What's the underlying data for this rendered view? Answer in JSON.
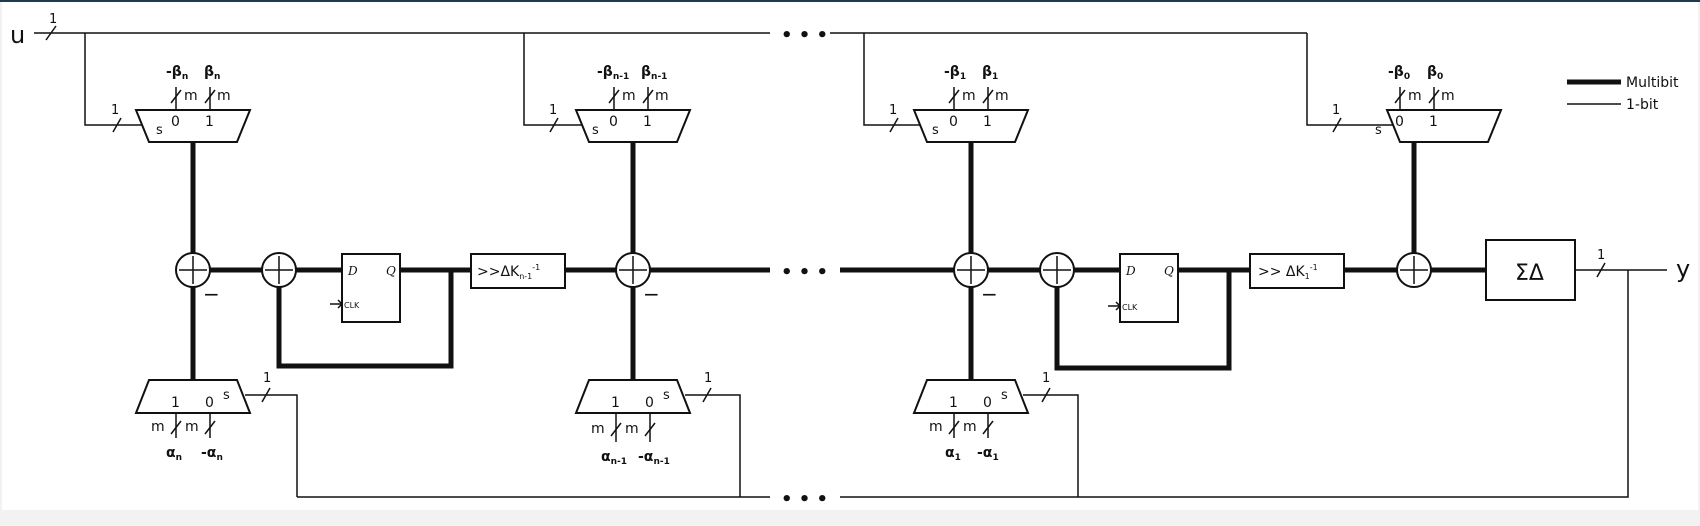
{
  "labels": {
    "input": "u",
    "output": "y",
    "one": "1",
    "m": "m",
    "s": "s",
    "zero_in": "0",
    "one_in": "1",
    "minus": "−",
    "dff_d": "D",
    "dff_q": "Q",
    "dff_clk": "CLK",
    "sigma_delta": "ΣΔ",
    "ellipsis": "• • •"
  },
  "legend": {
    "multibit": "Multibit",
    "onebit": "1-bit"
  },
  "stages": [
    {
      "id": "n",
      "beta_neg": "-β",
      "beta_pos": "β",
      "beta_sub": "n",
      "alpha_pos": "α",
      "alpha_neg": "-α",
      "alpha_sub": "n",
      "shift_label": ">>ΔK",
      "shift_sub": "n-1",
      "shift_sup": "-1"
    },
    {
      "id": "n-1",
      "beta_neg": "-β",
      "beta_pos": "β",
      "beta_sub": "n-1",
      "alpha_pos": "α",
      "alpha_neg": "-α",
      "alpha_sub": "n-1"
    },
    {
      "id": "1",
      "beta_neg": "-β",
      "beta_pos": "β",
      "beta_sub": "1",
      "alpha_pos": "α",
      "alpha_neg": "-α",
      "alpha_sub": "1",
      "shift_label": ">> ΔK",
      "shift_sub": "1",
      "shift_sup": "-1"
    },
    {
      "id": "0",
      "beta_neg": "-β",
      "beta_pos": "β",
      "beta_sub": "0"
    }
  ]
}
